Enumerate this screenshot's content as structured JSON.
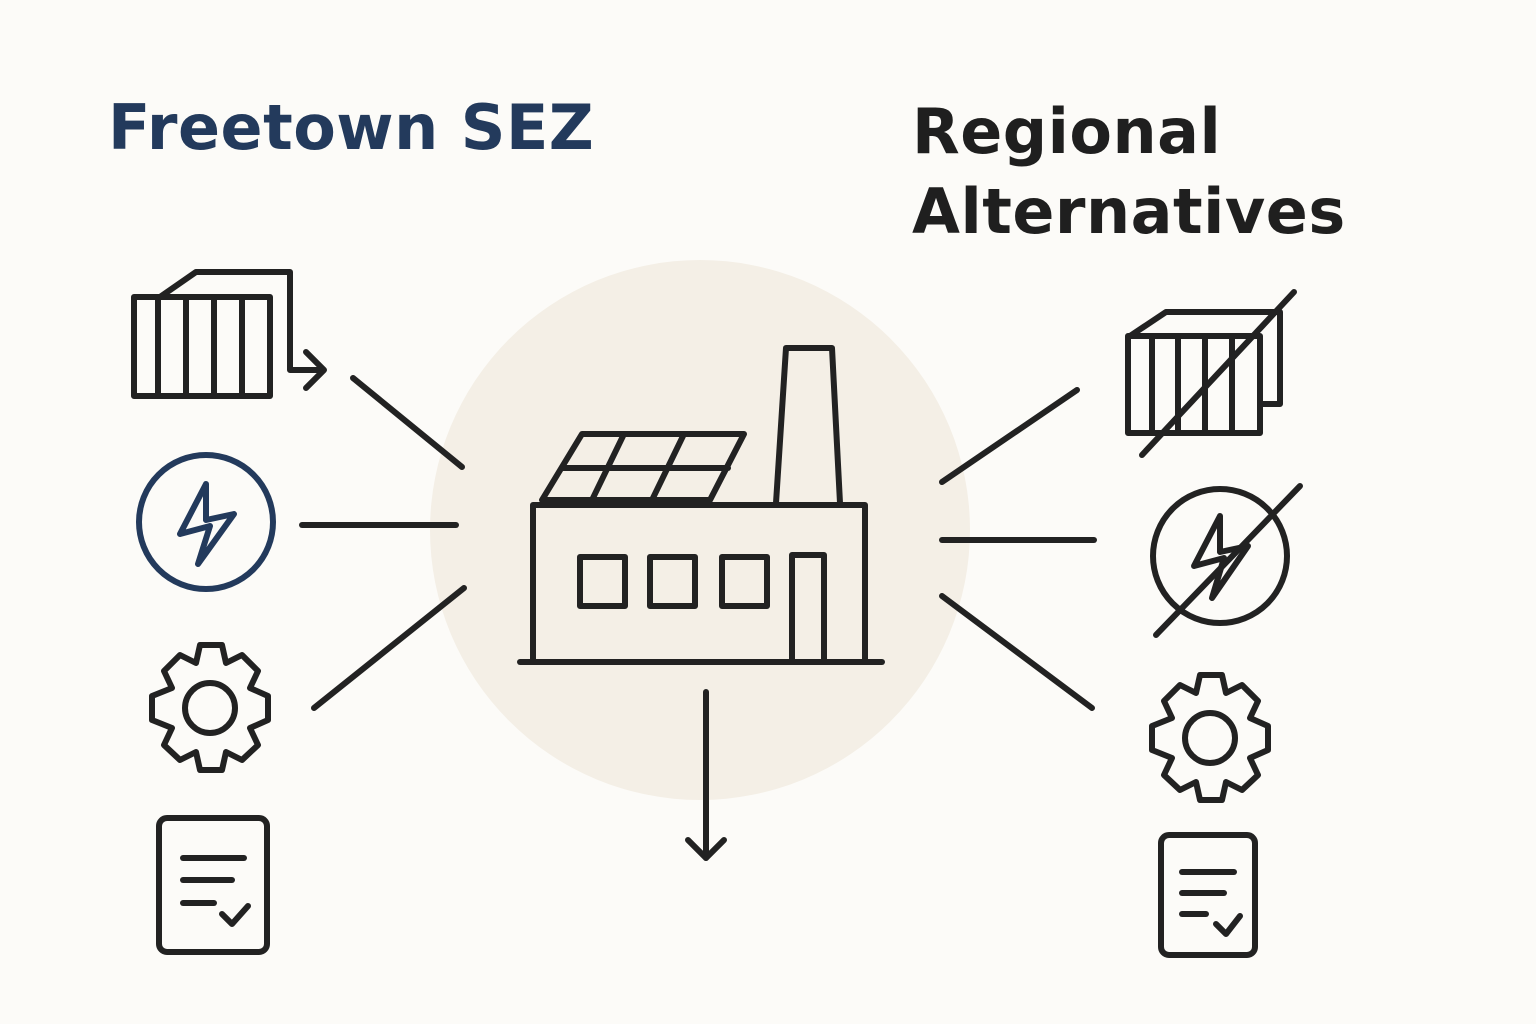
{
  "left": {
    "title": "Freetown SEZ",
    "title_color": "#233a5c",
    "icons": [
      "shipping-container-icon",
      "lightning-bolt-icon",
      "gear-icon",
      "document-checklist-icon"
    ],
    "accent_color": "#233a5c"
  },
  "right": {
    "title_line1": "Regional",
    "title_line2": "Alternatives",
    "title_color": "#1f1f1f",
    "icons": [
      "container-crossed-out-icon",
      "power-crossed-out-icon",
      "gear-icon",
      "document-checklist-icon"
    ]
  },
  "center": {
    "icon": "factory-with-solar-panels-icon",
    "circle_color": "#f4efe6"
  },
  "colors": {
    "stroke": "#222222",
    "background": "#fcfbf8"
  }
}
